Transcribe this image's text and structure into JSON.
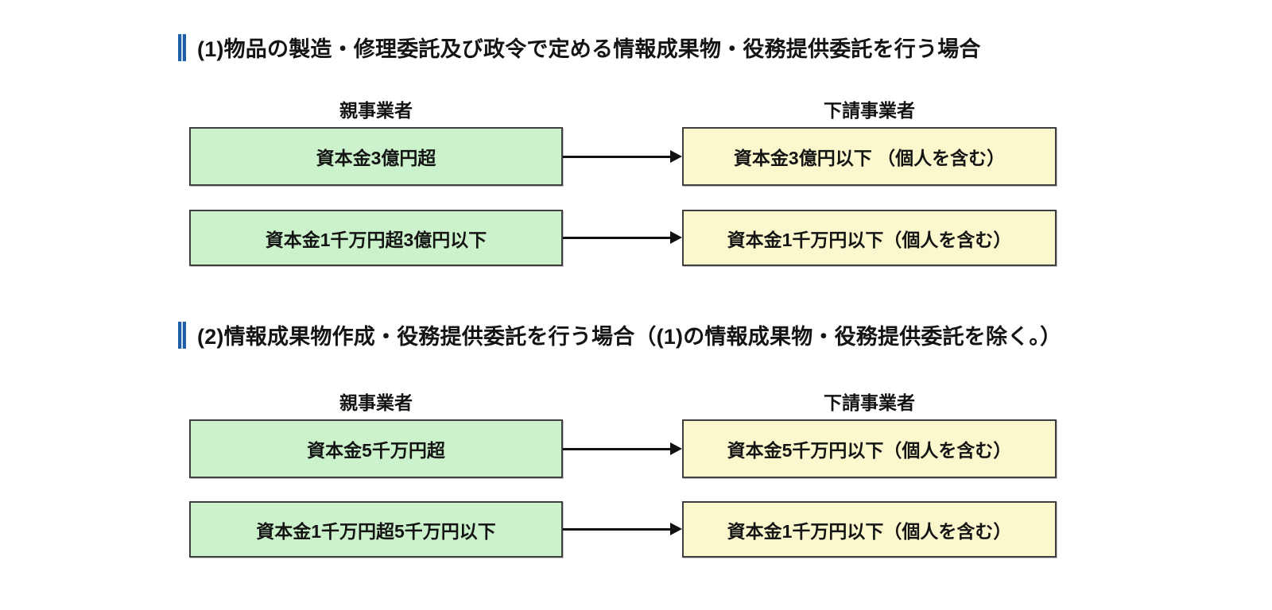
{
  "page": {
    "background_color": "#ffffff",
    "accent_color": "#1f5fa9",
    "parent_box_color": "#ccf2cc",
    "sub_box_color": "#fbf8cd",
    "border_color": "#3f3f3f"
  },
  "sections": [
    {
      "heading": "(1)物品の製造・修理委託及び政令で定める情報成果物・役務提供委託を行う場合",
      "columns": {
        "parent_label": "親事業者",
        "sub_label": "下請事業者"
      },
      "rows": [
        {
          "parent": "資本金3億円超",
          "sub": "資本金3億円以下 （個人を含む）"
        },
        {
          "parent": "資本金1千万円超3億円以下",
          "sub": "資本金1千万円以下（個人を含む）"
        }
      ]
    },
    {
      "heading": "(2)情報成果物作成・役務提供委託を行う場合（(1)の情報成果物・役務提供委託を除く。）",
      "columns": {
        "parent_label": "親事業者",
        "sub_label": "下請事業者"
      },
      "rows": [
        {
          "parent": "資本金5千万円超",
          "sub": "資本金5千万円以下（個人を含む）"
        },
        {
          "parent": "資本金1千万円超5千万円以下",
          "sub": "資本金1千万円以下（個人を含む）"
        }
      ]
    }
  ]
}
